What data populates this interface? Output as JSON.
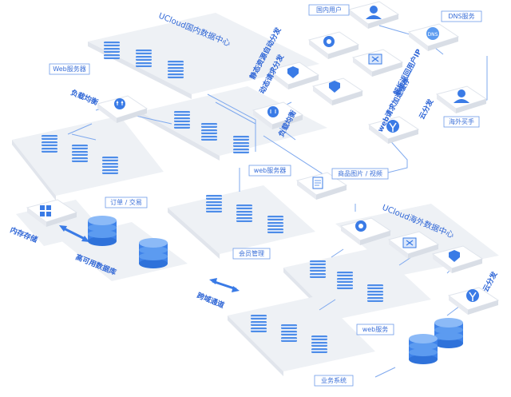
{
  "colors": {
    "accent": "#3a7be6",
    "line": "#7fa9ee",
    "panel": "#eef1f5",
    "card": "#ffffff",
    "label_border": "#6f9ce8"
  },
  "zones": {
    "cn_datacenter": "UCloud国内数据中心",
    "overseas_datacenter": "UCloud海外数据中心"
  },
  "labels": {
    "domestic_user": "国内用户",
    "dns_service": "DNS服务",
    "web_server_top": "Web服务器",
    "web_server_mid": "web服务器",
    "order_trade": "订单 / 交易",
    "member_mgmt": "会员管理",
    "product_media": "商品图片 / 视频",
    "web_service": "web服务",
    "business_system": "业务系统",
    "overseas_buyer": "海外买手"
  },
  "rotated": {
    "dynamic_req": "动态请求分发",
    "auto_sync": "静态资源自动分发",
    "load_balance_top": "负载均衡",
    "load_balance_mid": "负载均衡",
    "resolve_ip": "解析返回用户IP",
    "web_cache": "web请求加速缓存",
    "cloud_dist_top": "云分发",
    "cloud_dist_bottom": "云分发",
    "memory_store": "内存存储",
    "ha_db": "高可用数据库",
    "cross_tunnel": "跨域通道"
  }
}
